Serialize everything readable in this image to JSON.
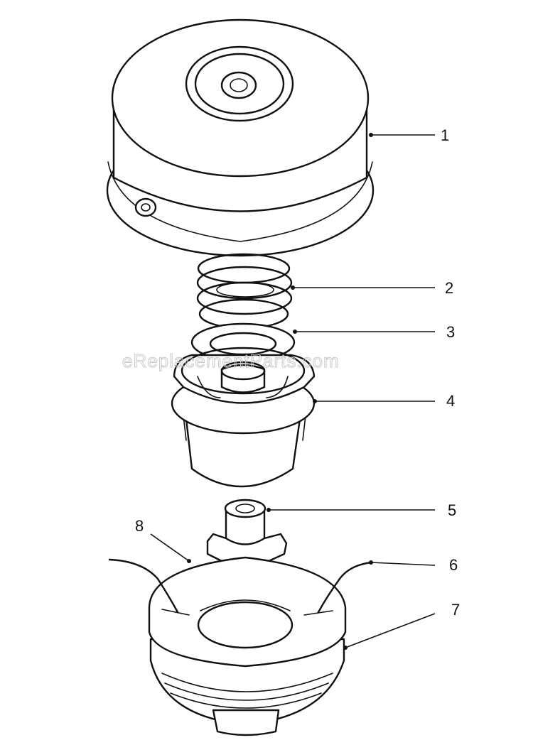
{
  "watermark": "eReplacementParts.com",
  "callouts": [
    {
      "number": "1"
    },
    {
      "number": "2"
    },
    {
      "number": "3"
    },
    {
      "number": "4"
    },
    {
      "number": "5"
    },
    {
      "number": "6"
    },
    {
      "number": "7"
    },
    {
      "number": "8"
    }
  ]
}
